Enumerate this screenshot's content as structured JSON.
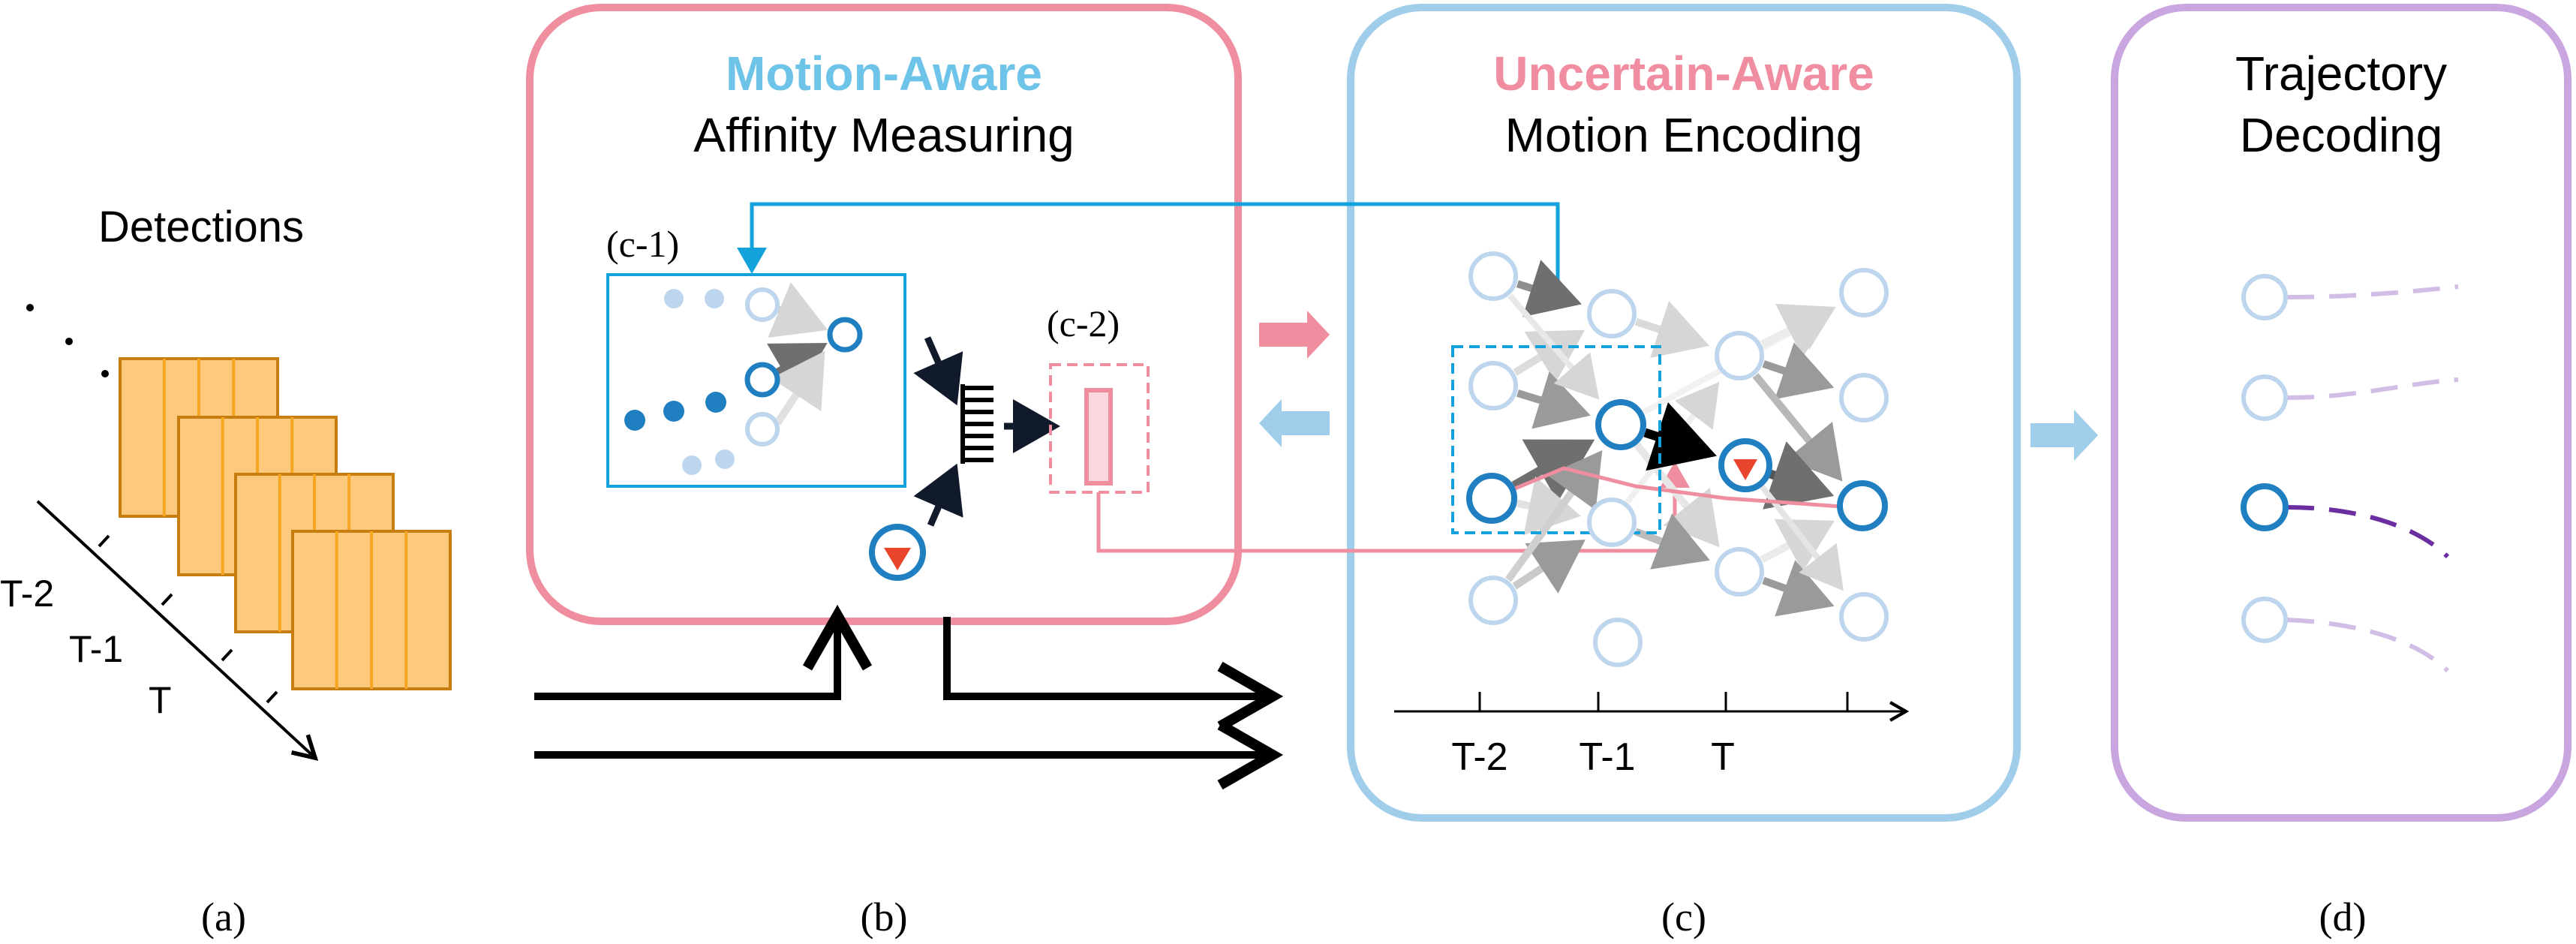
{
  "panel_a": {
    "title": "Detections",
    "time_labels": [
      "T-2",
      "T-1",
      "T"
    ],
    "caption": "(a)"
  },
  "panel_b": {
    "title_line1": "Motion-Aware",
    "title_line2": "Affinity Measuring",
    "sublabel_c1": "(c-1)",
    "sublabel_c2": "(c-2)",
    "caption": "(b)"
  },
  "panel_c": {
    "title_line1": "Uncertain-Aware",
    "title_line2": "Motion Encoding",
    "axis_labels": [
      "T-2",
      "T-1",
      "T"
    ],
    "caption": "(c)"
  },
  "panel_d": {
    "title_line1": "Trajectory",
    "title_line2": "Decoding",
    "caption": "(d)"
  },
  "colors": {
    "pink": "#ef8e9e",
    "pink_light": "#f7c1cb",
    "blue": "#13a2dc",
    "blue_dark": "#1f7fc0",
    "blue_light": "#9fcdea",
    "node_light": "#bdd6ee",
    "purple": "#c9a6e0",
    "purple_dark": "#6a2ea0",
    "orange": "#f6a623",
    "orange_fill": "#fcc97d",
    "red": "#e8452c",
    "title_blue": "#6ec3e8",
    "title_pink": "#f08da0"
  }
}
